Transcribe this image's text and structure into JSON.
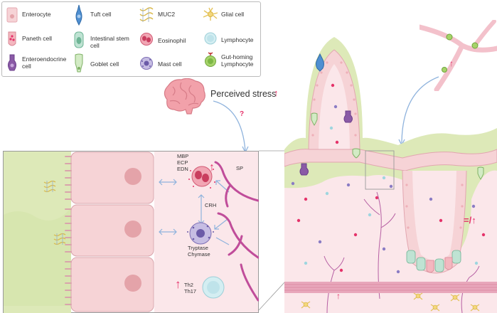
{
  "legend": {
    "enterocyte": "Enterocyte",
    "paneth_cell": "Paneth cell",
    "enteroendocrine_cell": "Enteroendocrine\ncell",
    "tuft_cell": "Tuft cell",
    "intestinal_stem_cell": "Intestinal stem\ncell",
    "goblet_cell": "Goblet cell",
    "muc2": "MUC2",
    "eosinophil": "Eosinophil",
    "mast_cell": "Mast cell",
    "glial_cell": "Glial cell",
    "lymphocyte": "Lymphocyte",
    "gut_homing_lymphocyte": "Gut-homing\nLymphocyte"
  },
  "stress": {
    "label": "Perceived stress",
    "arrow": "↑",
    "question": "?"
  },
  "detail": {
    "mbp": "MBP",
    "ecp": "ECP",
    "edn": "EDN",
    "up_arrow": "↑",
    "crh": "CRH",
    "sp": "SP",
    "tryptase": "Tryptase",
    "chymase": "Chymase",
    "th2": "Th2",
    "th17": "Th17"
  },
  "tissue": {
    "eq_up": "=/↑",
    "vessel_arrow": "↑",
    "nerve_arrow": "↑"
  },
  "colors": {
    "mucus": "#dde9b8",
    "epithelium": "#f6d3d6",
    "lamina_propria": "#fbe7ea",
    "accent_red": "#e5336a",
    "blue_arrow": "#8fb3dd"
  }
}
